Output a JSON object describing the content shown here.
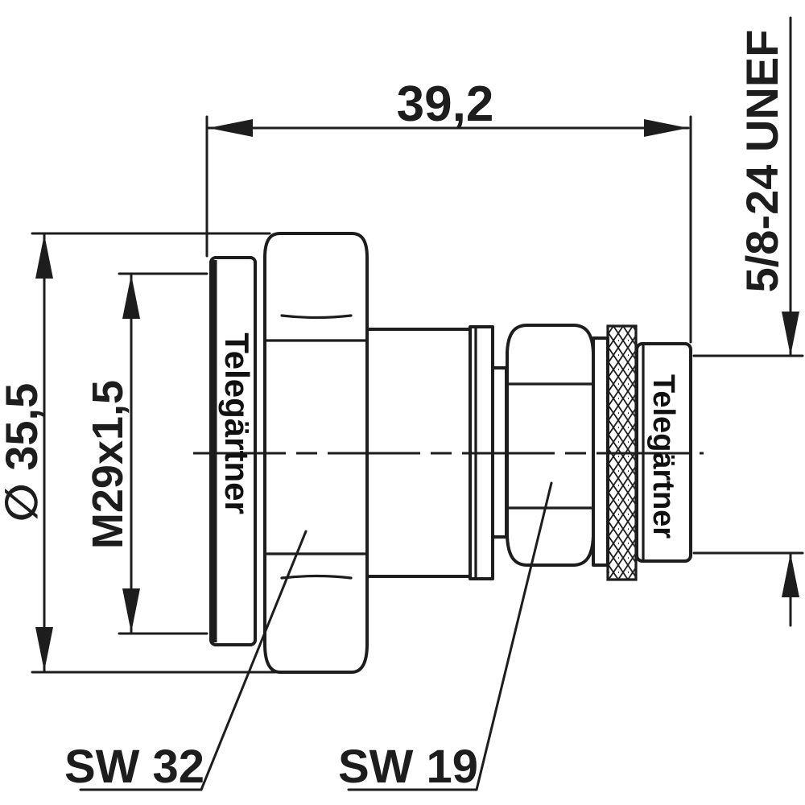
{
  "drawing": {
    "type": "technical-drawing",
    "subject": "coaxial-adapter-7-16-to-N",
    "dimensions": {
      "overall_length": "39,2",
      "body_diameter": "∅ 35,5",
      "thread": "M29x1,5",
      "coupling_thread": "5/8-24 UNEF",
      "wrench_size_left": "SW 32",
      "wrench_size_right": "SW 19"
    },
    "branding": {
      "left": "Telegärtner",
      "right": "Telegärtner"
    },
    "colors": {
      "line": "#1d1d1d",
      "background": "#ffffff"
    }
  }
}
